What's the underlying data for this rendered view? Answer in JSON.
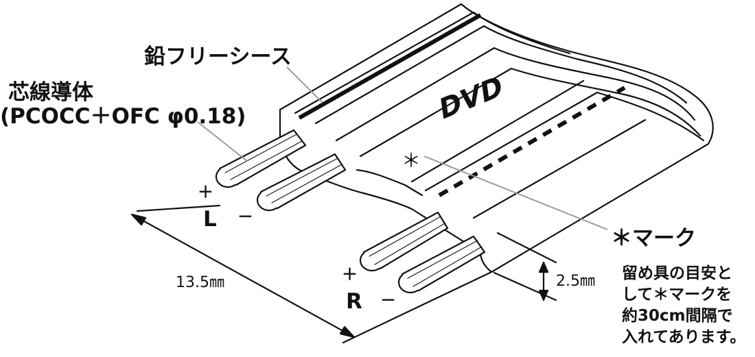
{
  "labels": {
    "sheath": "鉛フリーシース",
    "conductor_line1": "芯線導体",
    "conductor_line2": "(PCOCC＋OFC φ0.18)",
    "mark": "＊マーク",
    "asterisk": "＊",
    "brand": "DVD",
    "plus": "＋",
    "minus": "－",
    "left_channel": "L",
    "right_channel": "R",
    "width_dim": "13.5㎜",
    "thickness_dim": "2.5㎜"
  },
  "note": {
    "lines": [
      "留め具の目安と",
      "して＊マークを",
      "約30cm間隔で",
      "入れてあります。"
    ]
  },
  "colors": {
    "ink": "#111111",
    "leader": "#9a9a9a",
    "cable_fill": "#ffffff"
  }
}
